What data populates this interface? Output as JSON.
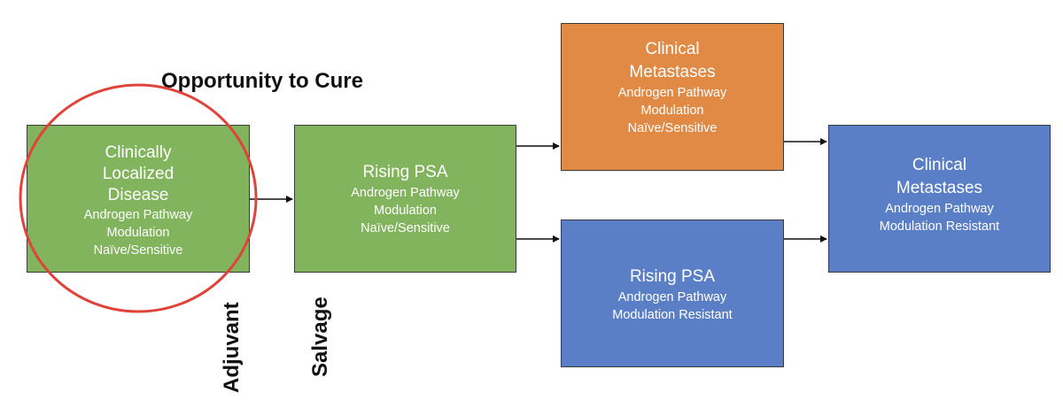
{
  "heading": "Opportunity to Cure",
  "boxes": {
    "localized": {
      "title": [
        "Clinically",
        "Localized",
        "Disease"
      ],
      "sub": [
        "Androgen Pathway",
        "Modulation",
        "Naïve/Sensitive"
      ],
      "color": "#82b35d"
    },
    "rising1": {
      "title": [
        "Rising PSA"
      ],
      "sub": [
        "Androgen Pathway",
        "Modulation",
        "Naïve/Sensitive"
      ],
      "color": "#82b35d"
    },
    "clinmeta1": {
      "title": [
        "Clinical",
        "Metastases"
      ],
      "sub": [
        "Androgen Pathway",
        "Modulation",
        "Naïve/Sensitive"
      ],
      "color": "#e08a45"
    },
    "rising2": {
      "title": [
        "Rising PSA"
      ],
      "sub": [
        "Androgen Pathway",
        "Modulation Resistant"
      ],
      "color": "#5a7fc6"
    },
    "clinmeta2": {
      "title": [
        "Clinical",
        "Metastases"
      ],
      "sub": [
        "Androgen Pathway",
        "Modulation Resistant"
      ],
      "color": "#5a7fc6"
    }
  },
  "labels": {
    "adjuvant": "Adjuvant",
    "salvage": "Salvage"
  },
  "highlight_color": "#e0433a"
}
